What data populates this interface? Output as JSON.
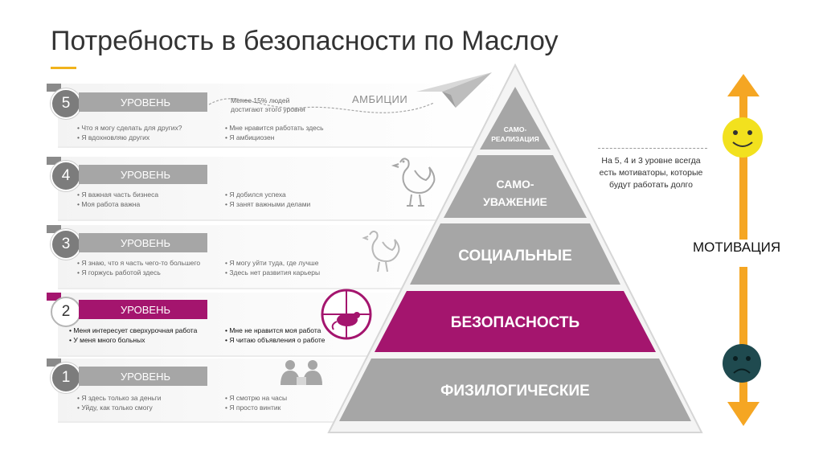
{
  "title": "Потребность в безопасности по Маслоу",
  "level_label": "УРОВЕНЬ",
  "levels": [
    {
      "num": "5",
      "bullets_left": [
        "Что я могу сделать для других?",
        "Я вдохновляю других"
      ],
      "bullets_right": [
        "Мне нравится работать здесь",
        "Я амбициозен"
      ]
    },
    {
      "num": "4",
      "bullets_left": [
        "Я важная часть бизнеса",
        "Моя работа важна"
      ],
      "bullets_right": [
        "Я добился успеха",
        "Я занят важными делами"
      ]
    },
    {
      "num": "3",
      "bullets_left": [
        "Я знаю, что я часть чего-то большего",
        "Я горжусь работой здесь"
      ],
      "bullets_right": [
        "Я могу уйти туда, где лучше",
        "Здесь нет развития карьеры"
      ]
    },
    {
      "num": "2",
      "bullets_left": [
        "Меня интересует сверхурочная работа",
        "У меня много больных"
      ],
      "bullets_right": [
        "Мне не нравится моя работа",
        "Я читаю объявления о работе"
      ]
    },
    {
      "num": "1",
      "bullets_left": [
        "Я здесь только за деньги",
        "Уйду, как только смогу"
      ],
      "bullets_right": [
        "Я смотрю на часы",
        "Я просто винтик"
      ]
    }
  ],
  "ambitions": {
    "note_line1": "Менее 15% людей",
    "note_line2": "достигают этого уровня",
    "label": "АМБИЦИИ"
  },
  "pyramid": {
    "top_line1": "САМО-",
    "top_line2": "РЕАЛИЗАЦИЯ",
    "l4_line1": "САМО-",
    "l4_line2": "УВАЖЕНИЕ",
    "l3": "СОЦИАЛЬНЫЕ",
    "l2": "БЕЗОПАСНОСТЬ",
    "l1": "ФИЗИЛОГИЧЕСКИЕ"
  },
  "note": "На 5, 4 и 3 уровне всегда есть мотиваторы, которые будут работать долго",
  "motivation": "МОТИВАЦИЯ",
  "colors": {
    "accent": "#a4156e",
    "gray": "#a6a6a6",
    "orange": "#f5a623",
    "yellow_face": "#f2e11e",
    "teal_face": "#1f4a4f"
  },
  "icons": [
    "paper-plane-icon",
    "hen-icon",
    "chicken-icon",
    "rat-target-icon",
    "people-icon",
    "smile-face-icon",
    "sad-face-icon"
  ]
}
